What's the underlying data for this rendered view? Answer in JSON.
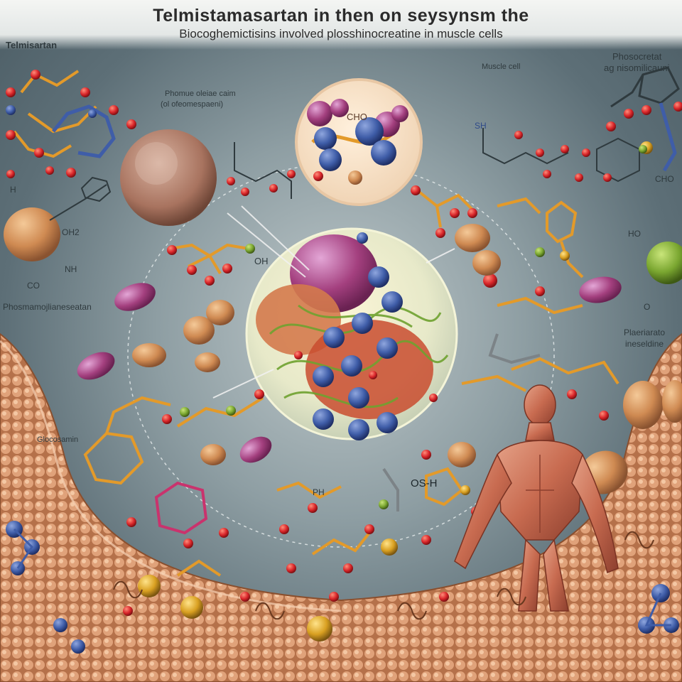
{
  "header": {
    "title": "Telmistamasartan in then on seysynsm the",
    "subtitle": "Biocoghemictisins involved plosshinocreatine in muscle cells"
  },
  "labels": {
    "telmisartan": "Telmisartan",
    "muscle_cell": "Muscle cell",
    "phosphocreatine": "Phosocretat",
    "phosphocreatine_2": "ag nisomilicauni",
    "membrane_top": "Phomue oleiae caim",
    "membrane_bottom": "(ol ofeomespaeni)",
    "left_caption": "Phosmamojlianeseatan",
    "right_caption_1": "Plaeriarato",
    "right_caption_2": "ineseldine",
    "glucosamine": "Glocosamin",
    "oh_h": "OS-H",
    "ph": "PH",
    "oh": "OH",
    "ch": "CHO",
    "sh": "SH",
    "nh": "NH",
    "h": "H",
    "o": "O",
    "ho": "HO",
    "co": "CO",
    "oh2": "OH2",
    "ch_right": "CHO"
  },
  "colors": {
    "background": "#6b7c84",
    "header": "#eef0ef",
    "membrane": "#d3946a",
    "oxygen": "#d9262a",
    "carbon_bond": "#e39a2a",
    "nitrogen_node": "#3f5da8",
    "protein_purple": "#a4407f",
    "muscle": "#c86b50"
  }
}
